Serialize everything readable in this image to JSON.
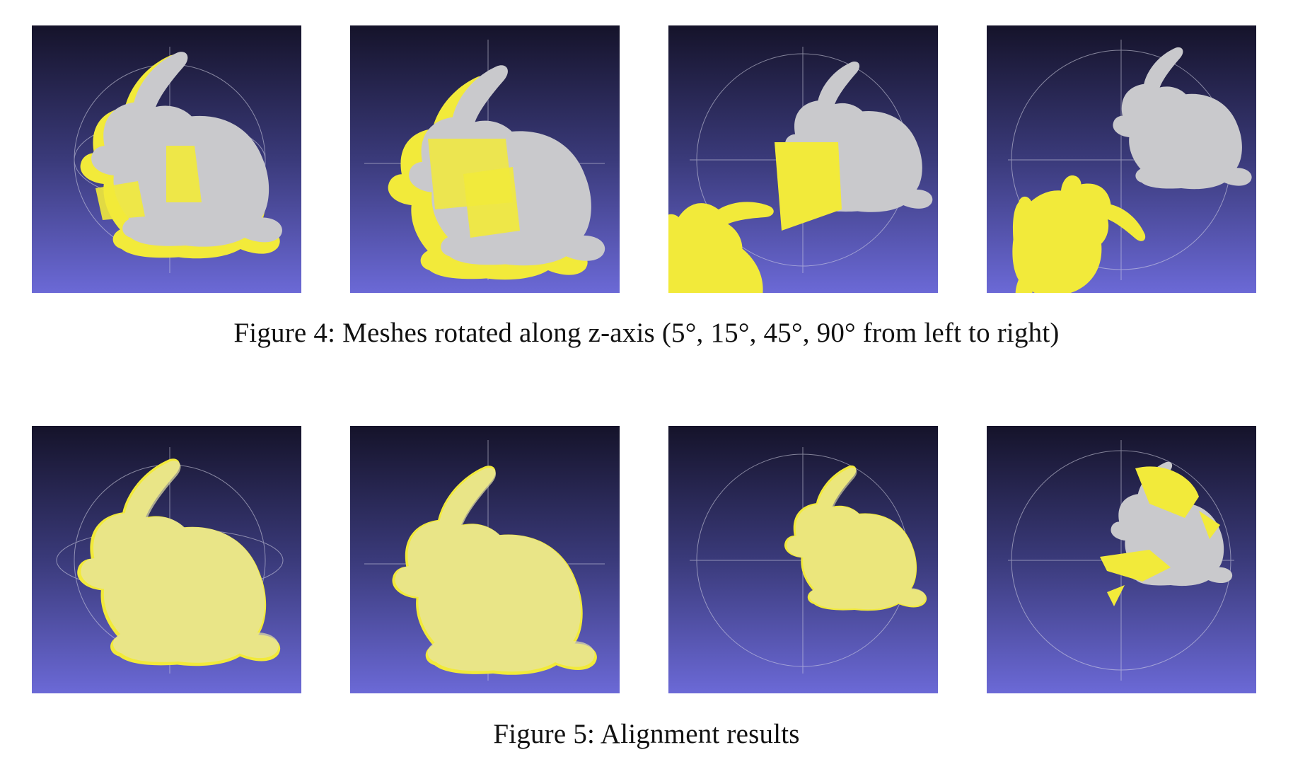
{
  "figures": {
    "fig4": {
      "caption": "Figure 4: Meshes rotated along z-axis (5°, 15°, 45°, 90° from left to right)",
      "panels": [
        {
          "label": "",
          "rotation_deg": 5
        },
        {
          "label": "",
          "rotation_deg": 15
        },
        {
          "label": "",
          "rotation_deg": 45
        },
        {
          "label": "",
          "rotation_deg": 90
        }
      ]
    },
    "fig5": {
      "caption": "Figure 5: Alignment results",
      "panels": [
        {
          "label": ""
        },
        {
          "label": ""
        },
        {
          "label": ""
        },
        {
          "label": ""
        }
      ]
    }
  },
  "colors": {
    "viewport_top": "#15132a",
    "viewport_bottom": "#6b69d6",
    "mesh_gray": "#c9c9cc",
    "mesh_yellow": "#f2ea3a",
    "guide_lines": "#d8d8e8"
  }
}
